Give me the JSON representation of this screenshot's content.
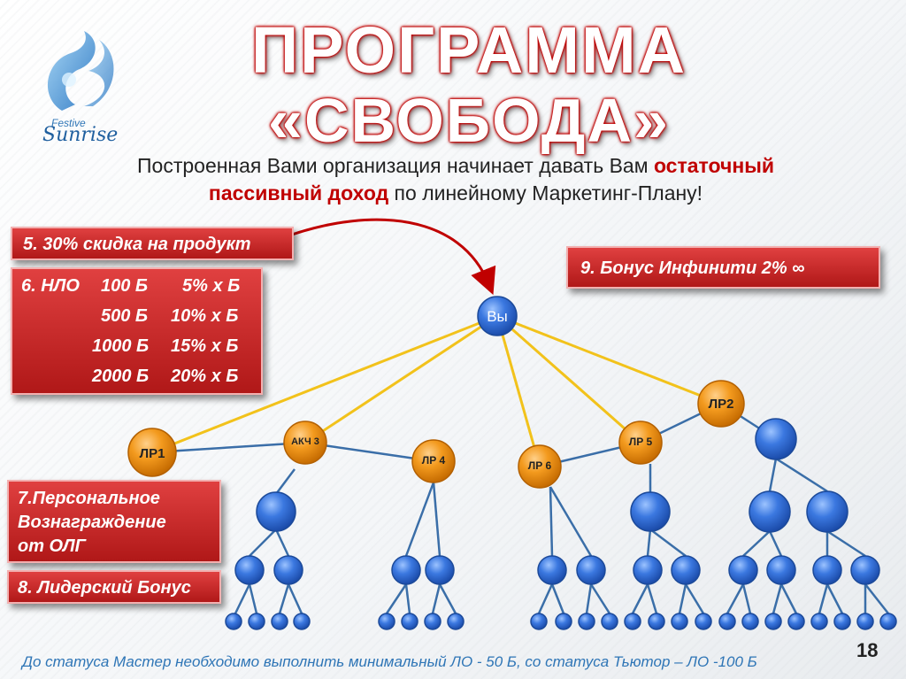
{
  "title": {
    "line1": "ПРОГРАММА",
    "line2": "«СВОБОДА»"
  },
  "logo": {
    "word1": "Festive",
    "word2": "Sunrise"
  },
  "subtitle": {
    "l1_pre": "Построенная Вами организация начинает давать Вам ",
    "l1_red": "остаточный",
    "l2_red": "пассивный доход",
    "l2_post": " по линейному Маркетинг-Плану!"
  },
  "boxes": {
    "discount": "5. 30% скидка на продукт",
    "infinity": "9. Бонус Инфинити  2% ∞",
    "nlo_prefix": "6. НЛО",
    "tiers": [
      {
        "points": "100 Б",
        "pct": "5% х Б"
      },
      {
        "points": "500 Б",
        "pct": "10% х Б"
      },
      {
        "points": "1000 Б",
        "pct": "15% х Б"
      },
      {
        "points": "2000 Б",
        "pct": "20% х Б"
      }
    ],
    "personal_l1": "7.Персональное",
    "personal_l2": "Вознаграждение",
    "personal_l3": "от ОЛГ",
    "leader": "8. Лидерский Бонус"
  },
  "nodes": {
    "you": "Вы",
    "lr1": "ЛР1",
    "akch3": "АКЧ 3",
    "lr4": "ЛР 4",
    "lr6": "ЛР 6",
    "lr5": "ЛР 5",
    "lr2": "ЛР2"
  },
  "footer": "До статуса Мастер необходимо выполнить минимальный ЛО - 50 Б, со статуса Тьютор – ЛО -100  Б",
  "page_number": "18",
  "colors": {
    "red_box": "#c82020",
    "orange_node": "#f39a1e",
    "blue_node": "#2e6ed6",
    "yellow_line": "#f2c21b",
    "blue_line": "#3a6ea8",
    "footer_blue": "#2e75b6"
  }
}
